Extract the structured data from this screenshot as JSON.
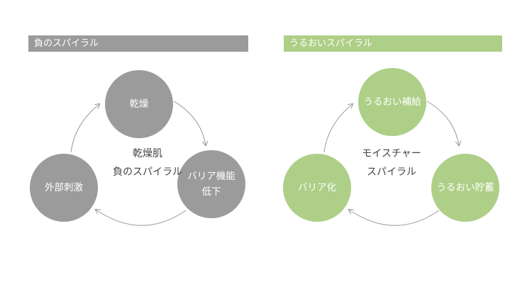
{
  "negative": {
    "header": "負のスパイラル",
    "center": [
      "乾燥肌",
      "負のスパイラル"
    ],
    "nodes": [
      "乾燥",
      "バリア機能低下",
      "外部刺激"
    ],
    "color": "#9b9b9b"
  },
  "positive": {
    "header": "うるおいスパイラル",
    "center": [
      "モイスチャー",
      "スパイラル"
    ],
    "nodes": [
      "うるおい補給",
      "うるおい貯蓄",
      "バリア化"
    ],
    "color": "#aecf87"
  }
}
